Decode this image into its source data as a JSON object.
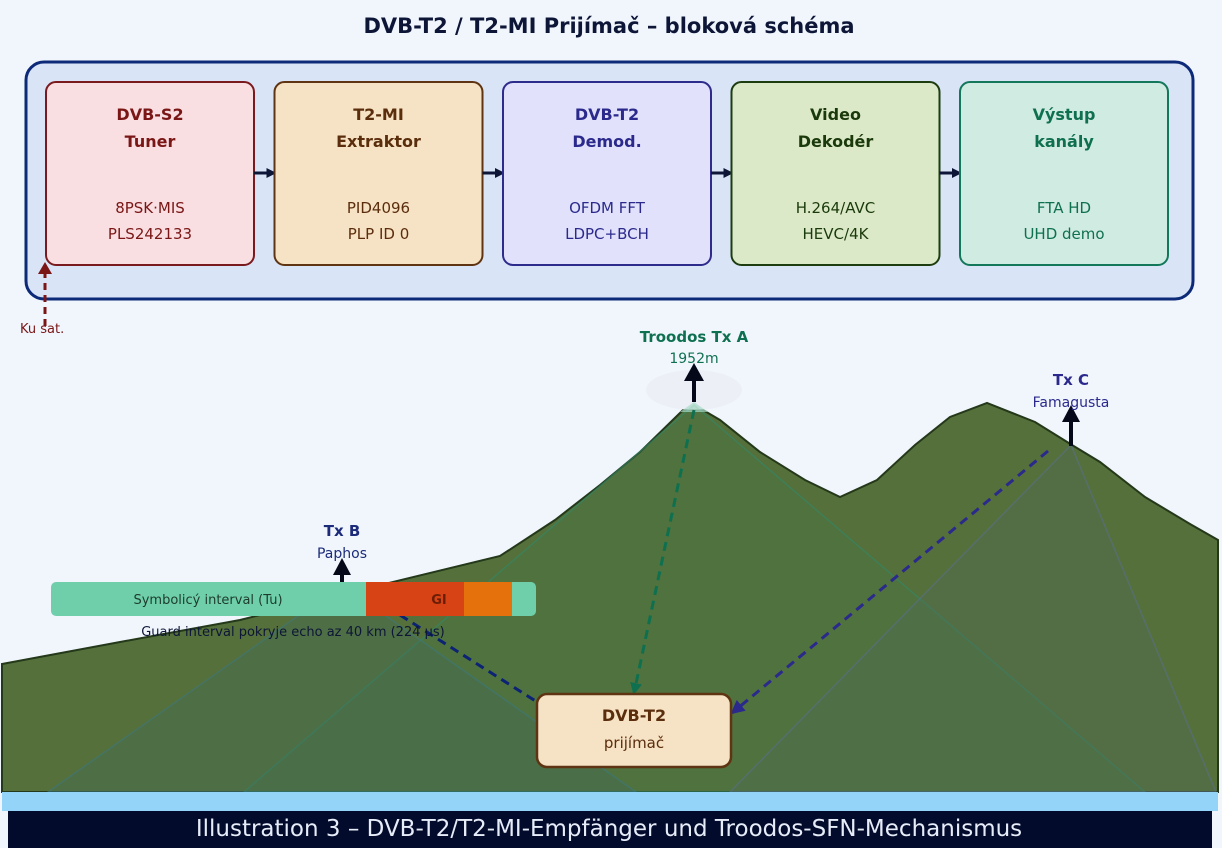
{
  "title": "DVB-T2 / T2-MI Prijímač – bloková schéma",
  "colors": {
    "background": "#f1f6fd",
    "container_fill": "#d9e4f7",
    "container_stroke": "#0c2a78",
    "flow_arrow": "#0d1637",
    "mountain_fill": "#55703a",
    "mountain_stroke": "#24381a",
    "sea": "#93d4f8",
    "caption_bg": "#030b2c"
  },
  "blocks": [
    {
      "id": "tuner",
      "title_line1": "DVB-S2",
      "title_line2": "Tuner",
      "sub_line1": "8PSK·MIS",
      "sub_line2": "PLS242133",
      "fill": "#f9dfe2",
      "stroke": "#7a1a1f",
      "text": "#7a1616"
    },
    {
      "id": "extractor",
      "title_line1": "T2-MI",
      "title_line2": "Extraktor",
      "sub_line1": "PID4096",
      "sub_line2": "PLP ID 0",
      "fill": "#f6e2c4",
      "stroke": "#5e3412",
      "text": "#5a2d0c"
    },
    {
      "id": "demod",
      "title_line1": "DVB-T2",
      "title_line2": "Demod.",
      "sub_line1": "OFDM FFT",
      "sub_line2": "LDPC+BCH",
      "fill": "#e1e1fb",
      "stroke": "#2d2b8c",
      "text": "#2b2a8c"
    },
    {
      "id": "decoder",
      "title_line1": "Video",
      "title_line2": "Dekodér",
      "sub_line1": "H.264/AVC",
      "sub_line2": "HEVC/4K",
      "fill": "#dbe9c8",
      "stroke": "#1d3d10",
      "text": "#1b3a0b"
    },
    {
      "id": "output",
      "title_line1": "Výstup",
      "title_line2": "kanály",
      "sub_line1": "FTA HD",
      "sub_line2": "UHD demo",
      "fill": "#d0ebe1",
      "stroke": "#13775a",
      "text": "#0f7050"
    }
  ],
  "sat_input": {
    "label": "Ku sat.",
    "color": "#7a1616"
  },
  "transmitters": [
    {
      "id": "tx-a",
      "name": "Troodos Tx A",
      "detail": "1952m",
      "color": "#0f7050",
      "link_color": "#0f7050"
    },
    {
      "id": "tx-b",
      "name": "Tx B",
      "detail": "Paphos",
      "color": "#1b2b7a",
      "link_color": "#0c2375"
    },
    {
      "id": "tx-c",
      "name": "Tx C",
      "detail": "Famagusta",
      "color": "#2b2a8c",
      "link_color": "#2b2a8c"
    }
  ],
  "guard_interval_bar": {
    "symbol_label": "Symbolicý interval (Tu)",
    "gi_label": "GI",
    "note": "Guard interval pokryje echo az 40 km (224 µs)",
    "symbol_color": "#6fcfab",
    "gi_color": "#d84315",
    "echo_color": "#e4710c"
  },
  "receiver": {
    "title": "DVB-T2",
    "subtitle": "prijímač",
    "fill": "#f6e2c4",
    "stroke": "#5e3412",
    "text": "#5a2d0c"
  },
  "caption": "Illustration 3 – DVB-T2/T2-MI-Empfänger und Troodos-SFN-Mechanismus"
}
